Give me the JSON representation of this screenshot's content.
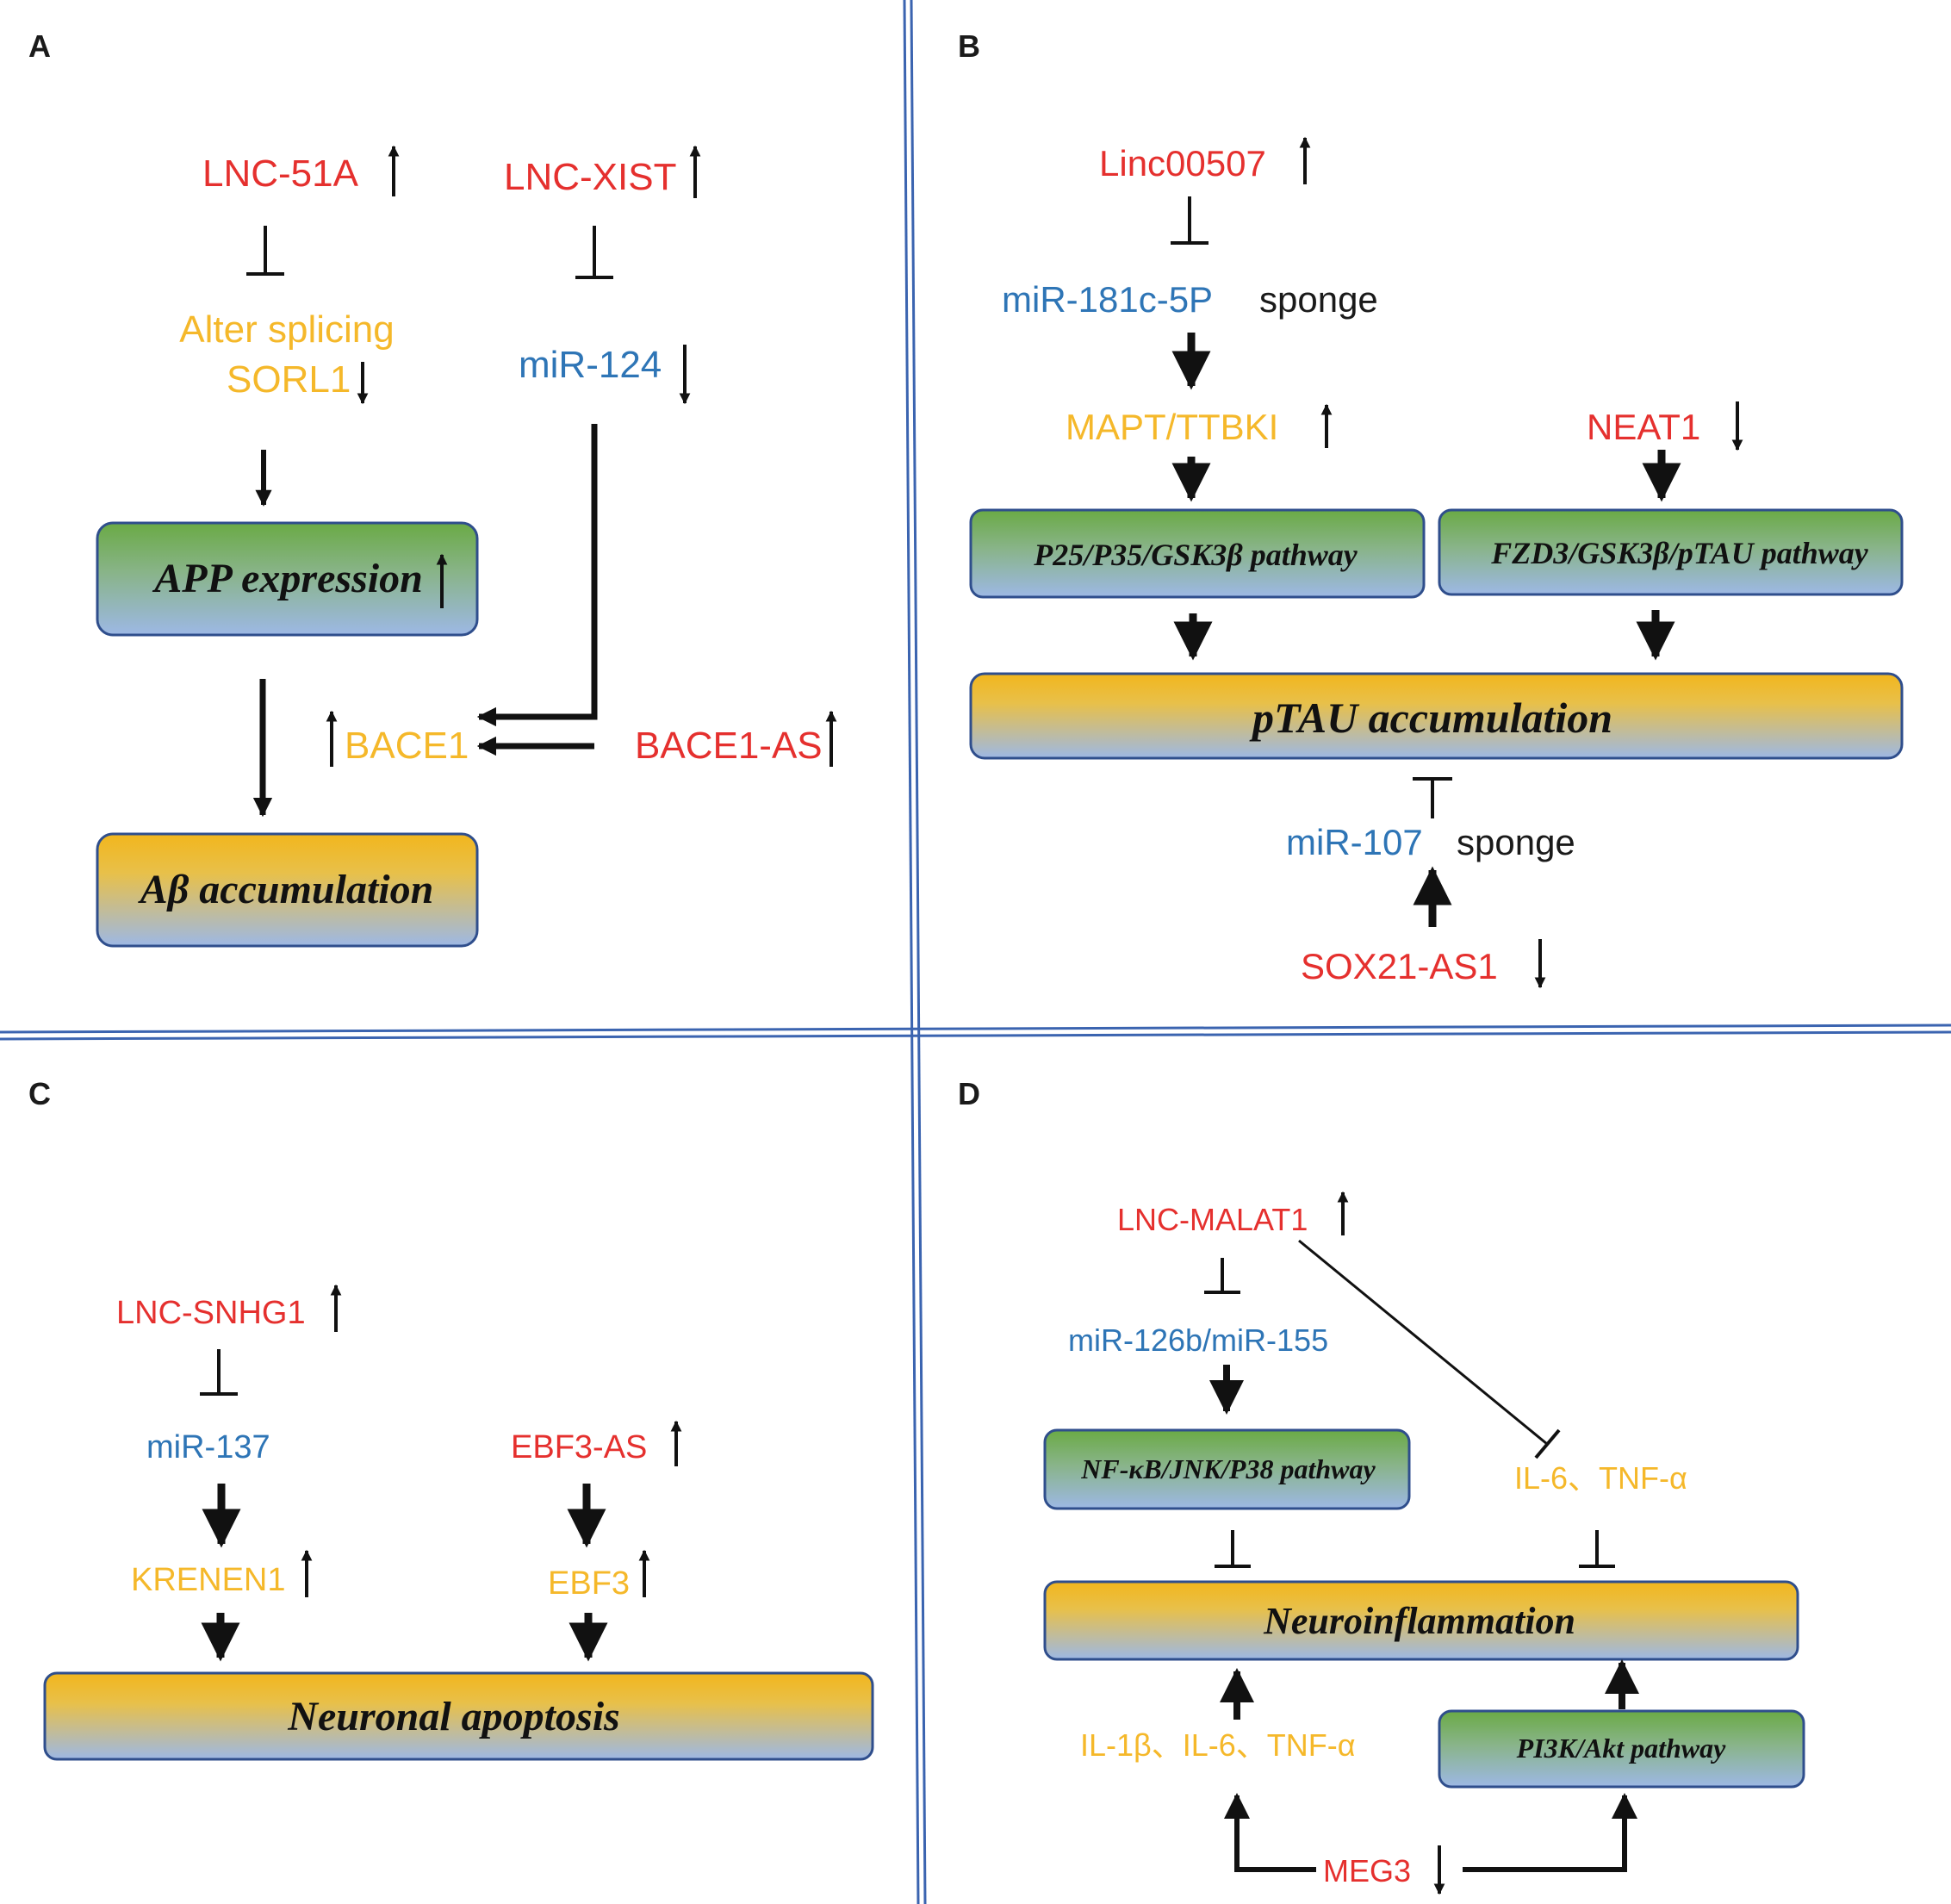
{
  "colors": {
    "red": "#e5302e",
    "blue": "#2e75b6",
    "yellow": "#f5b82a",
    "divider": "#3b64b0",
    "green": "#6aaa45",
    "gold": "#f2b61d",
    "lightblue": "#9db8e5"
  },
  "panel_a": {
    "label": "A",
    "lnc_51a": "LNC-51A",
    "lnc_xist": "LNC-XIST",
    "alter_splicing_1": "Alter splicing",
    "alter_splicing_2": "SORL1",
    "mir_124": "miR-124",
    "app_expression": "APP expression",
    "bace1": "BACE1",
    "bace1_as": "BACE1-AS",
    "abeta_accumulation": "Aβ accumulation"
  },
  "panel_b": {
    "label": "B",
    "linc00507": "Linc00507",
    "mir_181c": "miR-181c-5P",
    "sponge_1": "sponge",
    "mapt": "MAPT/TTBKI",
    "neat1": "NEAT1",
    "p25_pathway": "P25/P35/GSK3β pathway",
    "fzd3_pathway": "FZD3/GSK3β/pTAU pathway",
    "ptau_accumulation": "pTAU accumulation",
    "mir_107": "miR-107",
    "sponge_2": "sponge",
    "sox21": "SOX21-AS1"
  },
  "panel_c": {
    "label": "C",
    "lnc_snhg1": "LNC-SNHG1",
    "mir_137": "miR-137",
    "ebf3_as": "EBF3-AS",
    "krenen1": "KRENEN1",
    "ebf3": "EBF3",
    "neuronal_apoptosis": "Neuronal apoptosis"
  },
  "panel_d": {
    "label": "D",
    "lnc_malat1": "LNC-MALAT1",
    "mir_126b": "miR-126b/miR-155",
    "nfkb_pathway": "NF-κB/JNK/P38 pathway",
    "il6_tnf": "IL-6、TNF-α",
    "neuroinflammation": "Neuroinflammation",
    "il1b": "IL-1β、IL-6、TNF-α",
    "pi3k_pathway": "PI3K/Akt pathway",
    "meg3": "MEG3"
  }
}
